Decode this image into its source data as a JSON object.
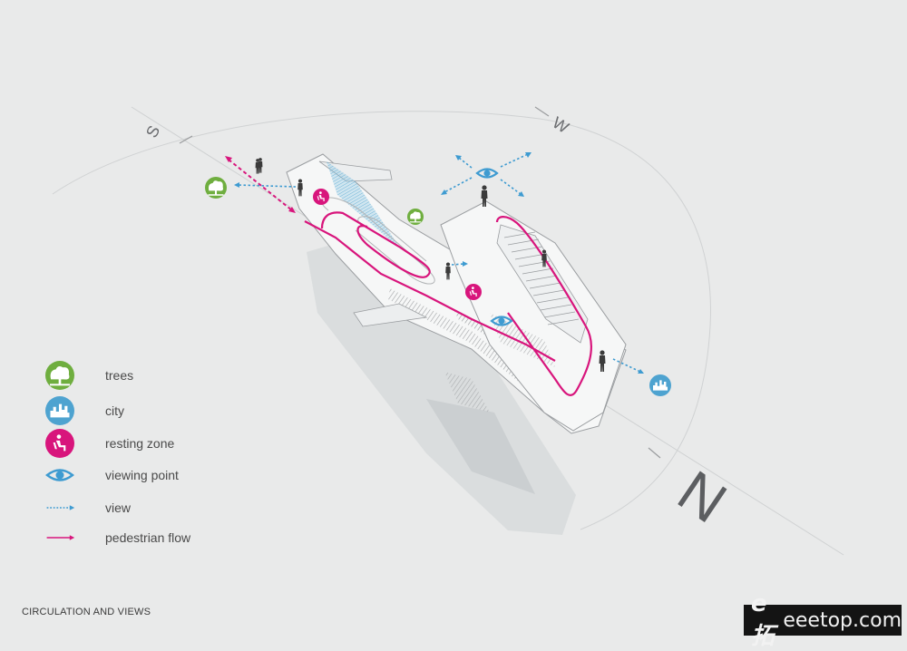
{
  "compass": {
    "north": "N",
    "south": "S",
    "west": "W"
  },
  "legend": {
    "trees": "trees",
    "city": "city",
    "resting_zone": "resting zone",
    "viewing_point": "viewing point",
    "view": "view",
    "pedestrian_flow": "pedestrian flow"
  },
  "caption": "CIRCULATION AND VIEWS",
  "watermark": {
    "logo": "e拓",
    "text": "eeetop.com"
  },
  "colors": {
    "trees": "#6fae3f",
    "city": "#4ea3d0",
    "resting_zone": "#d8157c",
    "pedestrian_flow": "#d8157c",
    "view": "#3e9bd1",
    "background": "#e9eaea"
  }
}
